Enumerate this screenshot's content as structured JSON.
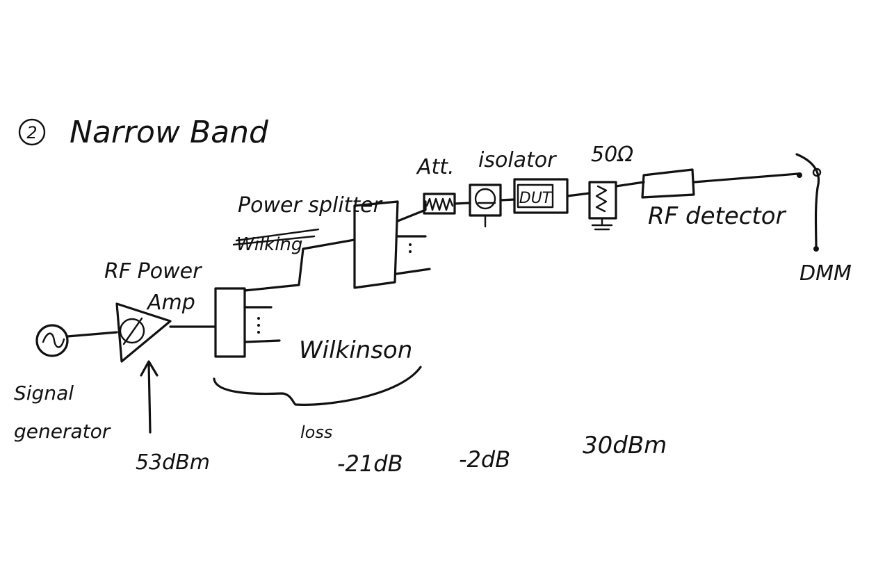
{
  "title": {
    "number": "2",
    "text": "Narrow Band"
  },
  "labels": {
    "signal_generator": [
      "Signal",
      "generator"
    ],
    "rf_power_amp": [
      "RF Power",
      "Amp"
    ],
    "amp_power": "53dBm",
    "power_splitter": "Power splitter",
    "struck_word": "Wilking",
    "wilkinson": "Wilkinson",
    "loss": "loss",
    "wilkinson_loss": "-21dB",
    "attenuator": "Att.",
    "isolator": "isolator",
    "dut": "DUT",
    "attenuator_loss": "-2dB",
    "load": "50Ω",
    "rf_detector": "RF detector",
    "output_power": "30dBm",
    "dmm": "DMM"
  },
  "colors": {
    "ink": "#111111",
    "paper": "#ffffff"
  }
}
